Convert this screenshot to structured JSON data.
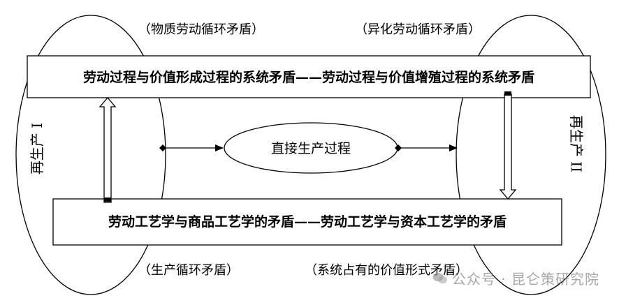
{
  "labels": {
    "top_left_caption": "（物质劳动循环矛盾）",
    "top_right_caption": "（异化劳动循环矛盾）",
    "top_box": "劳动过程与价值形成过程的系统矛盾——劳动过程与价值增殖过程的系统矛盾",
    "center_node": "直接生产过程",
    "bottom_box": "劳动工艺学与商品工艺学的矛盾——劳动工艺学与资本工艺学的矛盾",
    "bottom_left_caption": "（生产循环矛盾）",
    "bottom_right_caption": "（系统占有的价值形式矛盾）",
    "left_side": "再生产 I",
    "right_side": "再生产 II"
  },
  "watermark": {
    "text": "公众号 · 昆仑策研究院",
    "icon": "wechat-icon"
  },
  "colors": {
    "stroke": "#000000",
    "background": "#ffffff",
    "watermark": "#8a8a8a"
  }
}
